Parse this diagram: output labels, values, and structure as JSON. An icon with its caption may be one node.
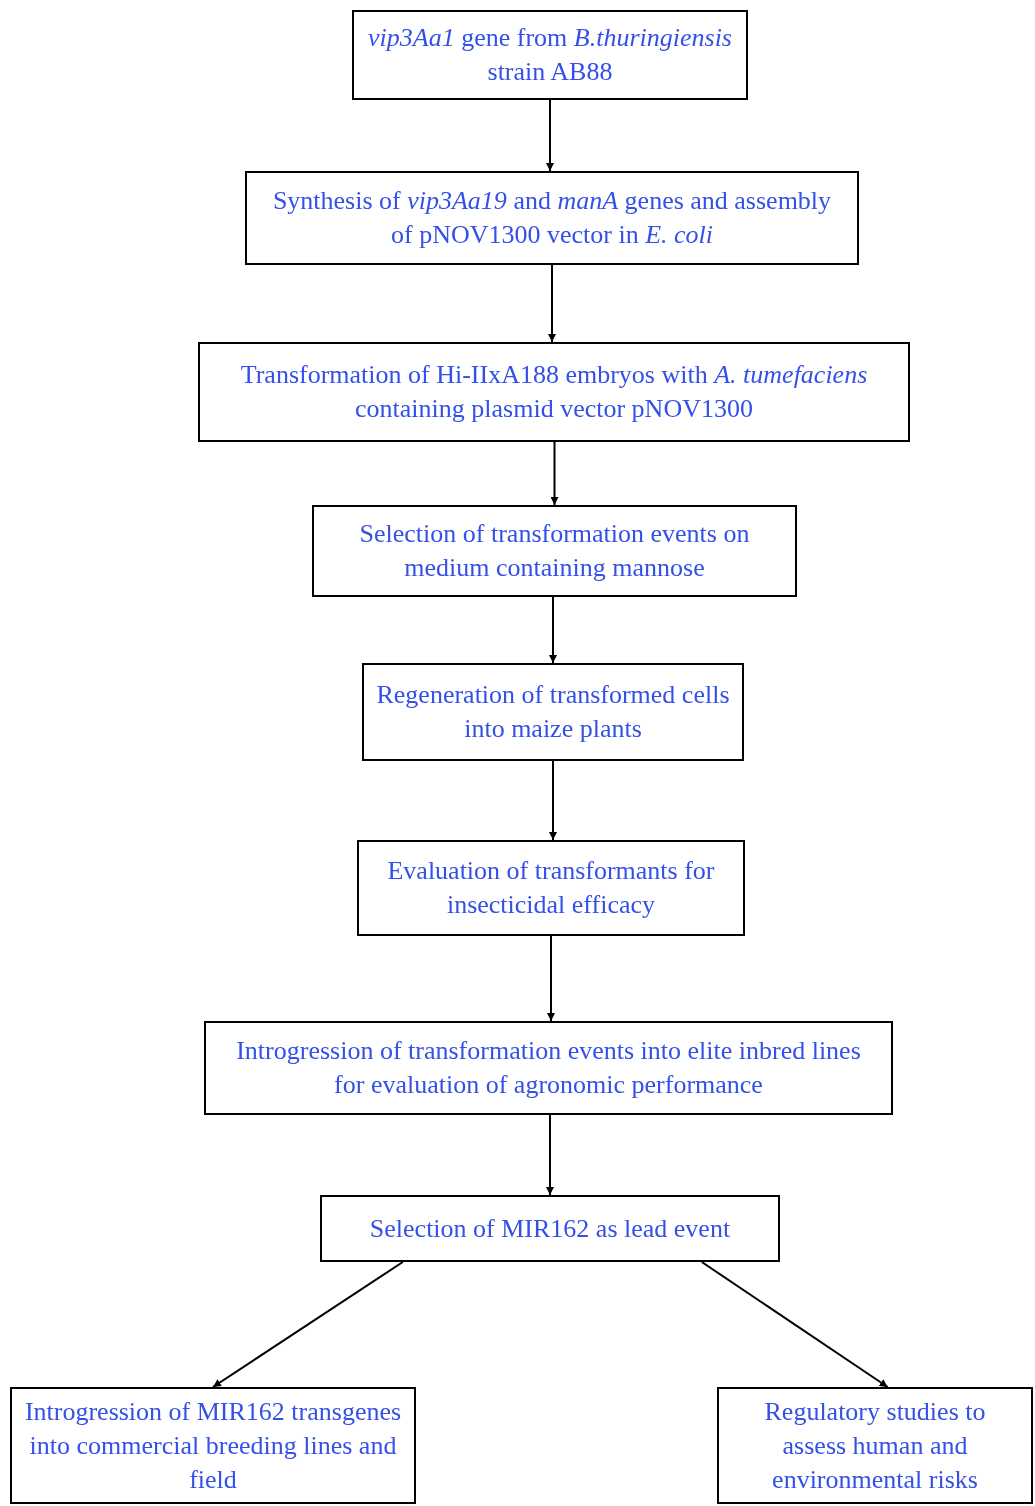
{
  "diagram": {
    "nodes": [
      {
        "text": [
          "*vip3Aa1* gene from *B.thuringiensis* strain AB88"
        ]
      },
      {
        "text": [
          "Synthesis of *vip3Aa19* and *manA* genes and assembly of pNOV1300 vector in *E. coli*"
        ]
      },
      {
        "text": [
          "Transformation of Hi-IIxA188 embryos with *A. tumefaciens* containing plasmid vector pNOV1300"
        ]
      },
      {
        "text": [
          "Selection of transformation events on medium containing mannose"
        ]
      },
      {
        "text": [
          "Regeneration of transformed cells into maize plants"
        ]
      },
      {
        "text": [
          "Evaluation of transformants for insecticidal efficacy"
        ]
      },
      {
        "text": [
          "Introgression of transformation events into elite inbred lines for evaluation of agronomic performance"
        ]
      },
      {
        "text": [
          "Selection of MIR162 as lead event"
        ]
      },
      {
        "text": [
          "Introgression of MIR162 transgenes into commercial breeding lines and field"
        ]
      },
      {
        "text": [
          "Regulatory studies to assess human and environmental risks"
        ]
      }
    ],
    "edges": [
      {
        "from": 0,
        "to": 1,
        "arrow": "to"
      },
      {
        "from": 1,
        "to": 2,
        "arrow": "to"
      },
      {
        "from": 2,
        "to": 3,
        "arrow": "to"
      },
      {
        "from": 3,
        "to": 4,
        "arrow": "to"
      },
      {
        "from": 4,
        "to": 5,
        "arrow": "to"
      },
      {
        "from": 5,
        "to": 6,
        "arrow": "to"
      },
      {
        "from": 6,
        "to": 7,
        "arrow": "to"
      },
      {
        "from": 7,
        "to": 8,
        "arrow": "to"
      },
      {
        "from": 7,
        "to": 9,
        "arrow": "to"
      }
    ]
  }
}
